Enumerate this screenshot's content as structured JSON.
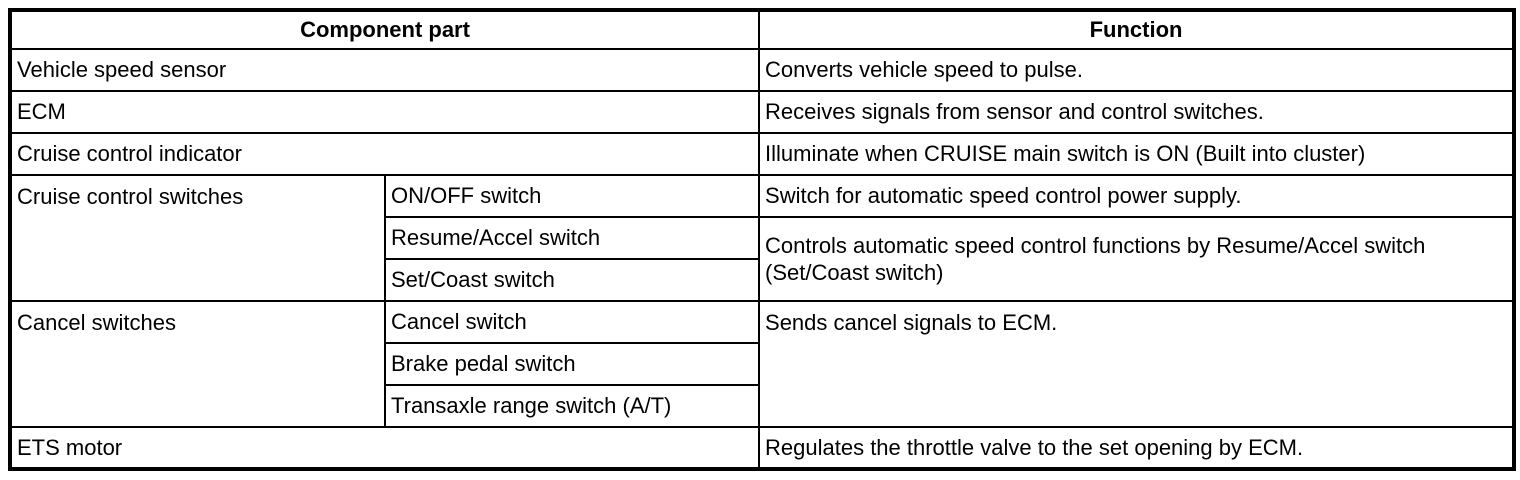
{
  "table": {
    "header": {
      "component": "Component part",
      "function": "Function"
    },
    "rows": [
      {
        "component": "Vehicle speed sensor",
        "function": "Converts vehicle speed to pulse."
      },
      {
        "component": "ECM",
        "function": "Receives signals from sensor and control switches."
      },
      {
        "component": "Cruise control indicator",
        "function": "Illuminate when CRUISE main switch is ON (Built into cluster)"
      },
      {
        "group": "Cruise control switches",
        "sub": "ON/OFF switch",
        "function": "Switch for automatic speed control power supply."
      },
      {
        "sub": "Resume/Accel switch",
        "function": "Controls automatic speed control functions by Resume/Accel switch (Set/Coast switch)"
      },
      {
        "sub": "Set/Coast switch"
      },
      {
        "group": "Cancel switches",
        "sub": "Cancel switch",
        "function": "Sends cancel signals to ECM."
      },
      {
        "sub": "Brake pedal switch"
      },
      {
        "sub": "Transaxle range switch (A/T)"
      },
      {
        "component": "ETS motor",
        "function": "Regulates the throttle valve to the set opening by ECM."
      }
    ],
    "colors": {
      "border": "#000000",
      "text": "#000000",
      "background": "#ffffff"
    }
  }
}
